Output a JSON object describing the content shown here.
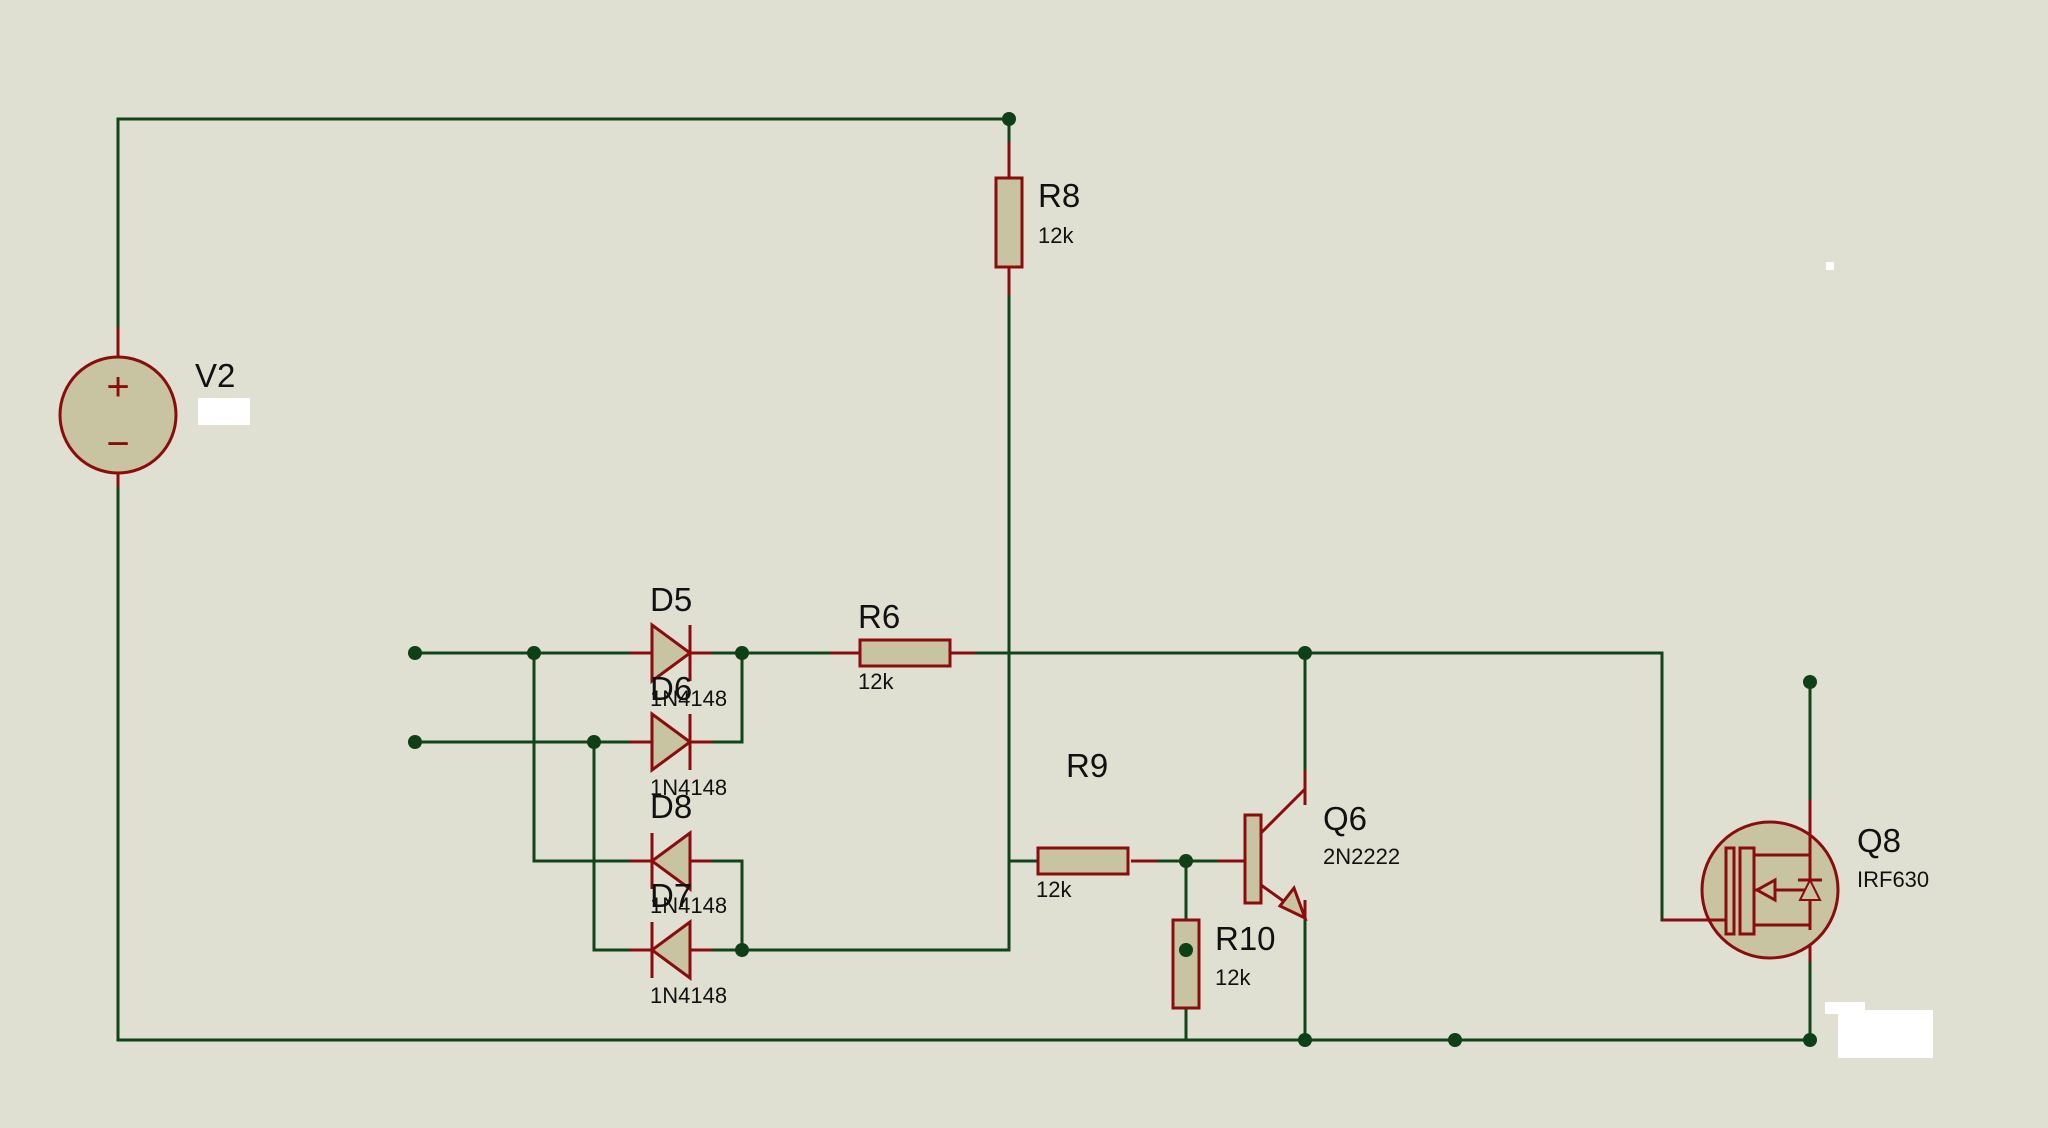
{
  "colors": {
    "background": "#e0e0d2",
    "wire": "#10451a",
    "pin": "#8b0c0c",
    "body": "#c8c3a0",
    "junction": "#0e3f16",
    "text": "#111111"
  },
  "components": {
    "v2": {
      "ref": "V2",
      "value": ""
    },
    "r8": {
      "ref": "R8",
      "value": "12k"
    },
    "r6": {
      "ref": "R6",
      "value": "12k"
    },
    "r9": {
      "ref": "R9",
      "value": "12k"
    },
    "r10": {
      "ref": "R10",
      "value": "12k"
    },
    "d5": {
      "ref": "D5",
      "value": "1N4148"
    },
    "d6": {
      "ref": "D6",
      "value": "1N4148"
    },
    "d7": {
      "ref": "D7",
      "value": "1N4148"
    },
    "d8": {
      "ref": "D8",
      "value": "1N4148"
    },
    "q6": {
      "ref": "Q6",
      "value": "2N2222"
    },
    "q8": {
      "ref": "Q8",
      "value": "IRF630"
    }
  },
  "symbols": {
    "plus": "+",
    "minus": "−"
  }
}
